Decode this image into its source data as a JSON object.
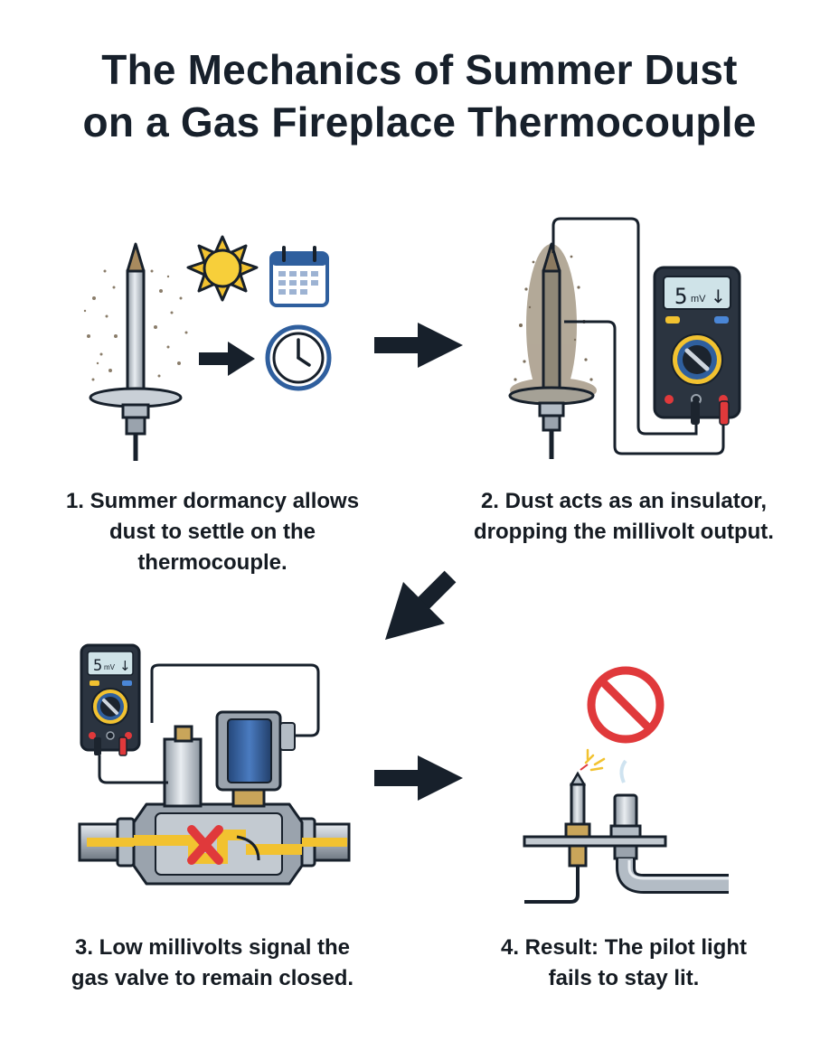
{
  "title": {
    "line1": "The Mechanics of Summer Dust",
    "line2": "on a Gas Fireplace Thermocouple"
  },
  "steps": [
    {
      "line1": "1. Summer dormancy allows",
      "line2": "dust to settle on the",
      "line3": "thermocouple."
    },
    {
      "line1": "2. Dust acts as an insulator,",
      "line2": "dropping the millivolt output."
    },
    {
      "line1": "3. Low millivolts signal the",
      "line2": "gas valve to remain closed."
    },
    {
      "line1": "4. Result: The pilot light",
      "line2": "fails to stay lit."
    }
  ],
  "meter": {
    "reading": "5",
    "unit": "mV",
    "trend": "↓"
  },
  "colors": {
    "ink": "#17202b",
    "dark": "#2b3440",
    "steel": "#b9c1c9",
    "yellow": "#f2c230",
    "red": "#e0393b",
    "blue": "#2f5f9e",
    "brass": "#c9a55a"
  },
  "icons": [
    "sun-icon",
    "calendar-icon",
    "clock-icon",
    "multimeter-icon",
    "no-sign-icon",
    "spark-icon",
    "x-mark-icon"
  ]
}
